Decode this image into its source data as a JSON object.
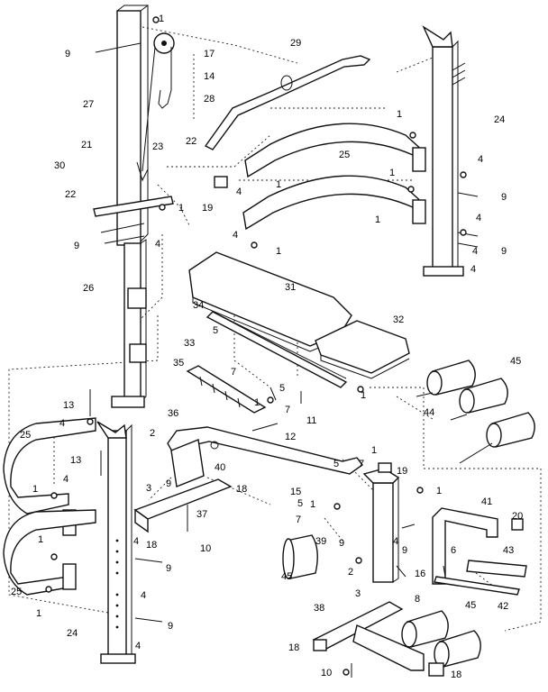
{
  "diagram": {
    "part_callouts": [
      "1",
      "2",
      "3",
      "4",
      "5",
      "6",
      "7",
      "8",
      "9",
      "10",
      "11",
      "12",
      "13",
      "14",
      "15",
      "16",
      "17",
      "18",
      "19",
      "20",
      "21",
      "22",
      "23",
      "24",
      "25",
      "26",
      "27",
      "28",
      "29",
      "30",
      "31",
      "32",
      "33",
      "34",
      "35",
      "36",
      "37",
      "38",
      "39",
      "40",
      "41",
      "42",
      "43",
      "44",
      "45"
    ]
  },
  "labels": [
    {
      "id": "l1a",
      "text": "1"
    },
    {
      "id": "l9a",
      "text": "9"
    },
    {
      "id": "l17",
      "text": "17"
    },
    {
      "id": "l14",
      "text": "14"
    },
    {
      "id": "l28",
      "text": "28"
    },
    {
      "id": "l27",
      "text": "27"
    },
    {
      "id": "l29",
      "text": "29"
    },
    {
      "id": "l1b",
      "text": "1"
    },
    {
      "id": "l24a",
      "text": "24"
    },
    {
      "id": "l21",
      "text": "21"
    },
    {
      "id": "l23",
      "text": "23"
    },
    {
      "id": "l22a",
      "text": "22"
    },
    {
      "id": "l30",
      "text": "30"
    },
    {
      "id": "l22b",
      "text": "22"
    },
    {
      "id": "l25a",
      "text": "25"
    },
    {
      "id": "l4a",
      "text": "4"
    },
    {
      "id": "l1c",
      "text": "1"
    },
    {
      "id": "l4b",
      "text": "4"
    },
    {
      "id": "l19a",
      "text": "19"
    },
    {
      "id": "l4c",
      "text": "4"
    },
    {
      "id": "l1d",
      "text": "1"
    },
    {
      "id": "l1e",
      "text": "1"
    },
    {
      "id": "l9b",
      "text": "9"
    },
    {
      "id": "l4d",
      "text": "4"
    },
    {
      "id": "l1f",
      "text": "1"
    },
    {
      "id": "l9c",
      "text": "9"
    },
    {
      "id": "l4e",
      "text": "4"
    },
    {
      "id": "l9d",
      "text": "9"
    },
    {
      "id": "l1g",
      "text": "1"
    },
    {
      "id": "l4f",
      "text": "4"
    },
    {
      "id": "l26",
      "text": "26"
    },
    {
      "id": "l31",
      "text": "31"
    },
    {
      "id": "l34",
      "text": "34"
    },
    {
      "id": "l32",
      "text": "32"
    },
    {
      "id": "l33",
      "text": "33"
    },
    {
      "id": "l5a",
      "text": "5"
    },
    {
      "id": "l7a",
      "text": "7"
    },
    {
      "id": "l35",
      "text": "35"
    },
    {
      "id": "l1h",
      "text": "1"
    },
    {
      "id": "l5b",
      "text": "5"
    },
    {
      "id": "l7b",
      "text": "7"
    },
    {
      "id": "l11",
      "text": "11"
    },
    {
      "id": "l1i",
      "text": "1"
    },
    {
      "id": "l13a",
      "text": "13"
    },
    {
      "id": "l4g",
      "text": "4"
    },
    {
      "id": "l25b",
      "text": "25"
    },
    {
      "id": "l13b",
      "text": "13"
    },
    {
      "id": "l4h",
      "text": "4"
    },
    {
      "id": "l1j",
      "text": "1"
    },
    {
      "id": "l1k",
      "text": "1"
    },
    {
      "id": "l36",
      "text": "36"
    },
    {
      "id": "l12",
      "text": "12"
    },
    {
      "id": "l2a",
      "text": "2"
    },
    {
      "id": "l40",
      "text": "40"
    },
    {
      "id": "l3a",
      "text": "3"
    },
    {
      "id": "l18a",
      "text": "18"
    },
    {
      "id": "l37",
      "text": "37"
    },
    {
      "id": "l18b",
      "text": "18"
    },
    {
      "id": "l10a",
      "text": "10"
    },
    {
      "id": "l45a",
      "text": "45"
    },
    {
      "id": "l44",
      "text": "44"
    },
    {
      "id": "l1l",
      "text": "1"
    },
    {
      "id": "l15",
      "text": "15"
    },
    {
      "id": "l5c",
      "text": "5"
    },
    {
      "id": "l7c",
      "text": "7"
    },
    {
      "id": "l19b",
      "text": "19"
    },
    {
      "id": "l1m",
      "text": "1"
    },
    {
      "id": "l5d",
      "text": "5"
    },
    {
      "id": "l7d",
      "text": "7"
    },
    {
      "id": "l1n",
      "text": "1"
    },
    {
      "id": "l9e",
      "text": "9"
    },
    {
      "id": "l45b",
      "text": "45"
    },
    {
      "id": "l4i",
      "text": "4"
    },
    {
      "id": "l9f",
      "text": "9"
    },
    {
      "id": "l41",
      "text": "41"
    },
    {
      "id": "l20",
      "text": "20"
    },
    {
      "id": "l6",
      "text": "6"
    },
    {
      "id": "l43",
      "text": "43"
    },
    {
      "id": "l39",
      "text": "39"
    },
    {
      "id": "l3b",
      "text": "3"
    },
    {
      "id": "l2b",
      "text": "2"
    },
    {
      "id": "l16",
      "text": "16"
    },
    {
      "id": "l8",
      "text": "8"
    },
    {
      "id": "l42",
      "text": "42"
    },
    {
      "id": "l4j",
      "text": "4"
    },
    {
      "id": "l9g",
      "text": "9"
    },
    {
      "id": "l1o",
      "text": "1"
    },
    {
      "id": "l25c",
      "text": "25"
    },
    {
      "id": "l4k",
      "text": "4"
    },
    {
      "id": "l9h",
      "text": "9"
    },
    {
      "id": "l24b",
      "text": "24"
    },
    {
      "id": "l4l",
      "text": "4"
    },
    {
      "id": "l38",
      "text": "38"
    },
    {
      "id": "l45c",
      "text": "45"
    },
    {
      "id": "l18c",
      "text": "18"
    },
    {
      "id": "l10b",
      "text": "10"
    },
    {
      "id": "l18d",
      "text": "18"
    },
    {
      "id": "l4m",
      "text": "4"
    },
    {
      "id": "l9i",
      "text": "9"
    }
  ]
}
